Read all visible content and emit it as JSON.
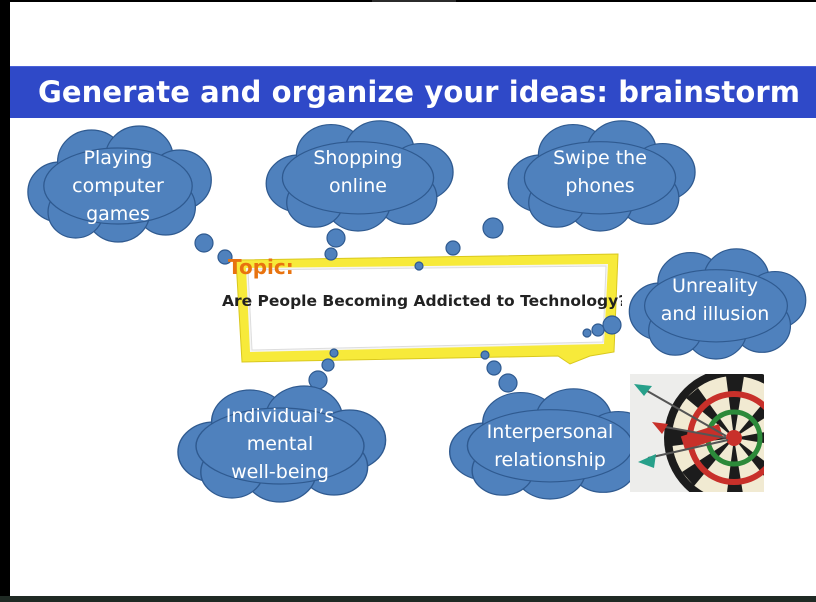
{
  "slide": {
    "title": "Generate and organize your ideas: brainstorm"
  },
  "topic": {
    "label": "Topic:",
    "title": "Are People Becoming Addicted to Technology?"
  },
  "ideas": [
    {
      "text": "Playing\ncomputer\ngames"
    },
    {
      "text": "Shopping\nonline"
    },
    {
      "text": "Swipe  the\nphones"
    },
    {
      "text": "Unreality\nand  illusion"
    },
    {
      "text": "Individual’s\nmental\nwell-being"
    },
    {
      "text": "Interpersonal\nrelationship"
    }
  ],
  "colors": {
    "title_bar": "#2f49c8",
    "cloud_fill": "#4f81bd",
    "cloud_stroke": "#3a6496",
    "topic_label": "#e8730f",
    "topic_frame": "#f7ea3a"
  },
  "icons": {
    "dartboard": "dartboard-with-darts-image"
  }
}
